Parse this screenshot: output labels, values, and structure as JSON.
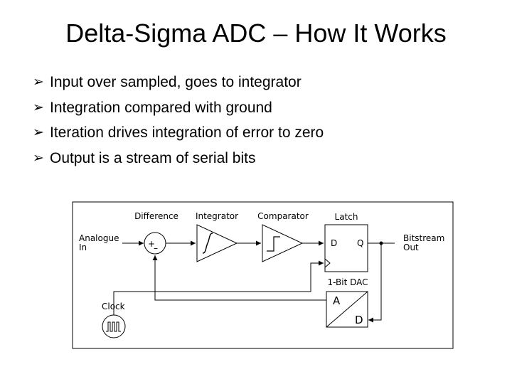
{
  "slide": {
    "title": "Delta-Sigma ADC – How It Works",
    "bullets": [
      "Input over sampled, goes to integrator",
      "Integration compared with ground",
      "Iteration drives integration of error to zero",
      "Output is a stream of serial bits"
    ]
  },
  "diagram": {
    "label_difference": "Difference",
    "label_integrator": "Integrator",
    "label_comparator": "Comparator",
    "label_latch": "Latch",
    "input_line1": "Analogue",
    "input_line2": "In",
    "output_line1": "Bitstream",
    "output_line2": "Out",
    "clock_label": "Clock",
    "dac_label": "1-Bit DAC",
    "latch_d": "D",
    "latch_q": "Q",
    "dac_a": "A",
    "dac_d": "D",
    "sum_plus": "+",
    "sum_minus": "–"
  },
  "icons": {
    "bullet": "arrow-bullet-icon",
    "integral": "integral-icon",
    "step": "step-icon",
    "clock_wave": "square-wave-icon"
  }
}
